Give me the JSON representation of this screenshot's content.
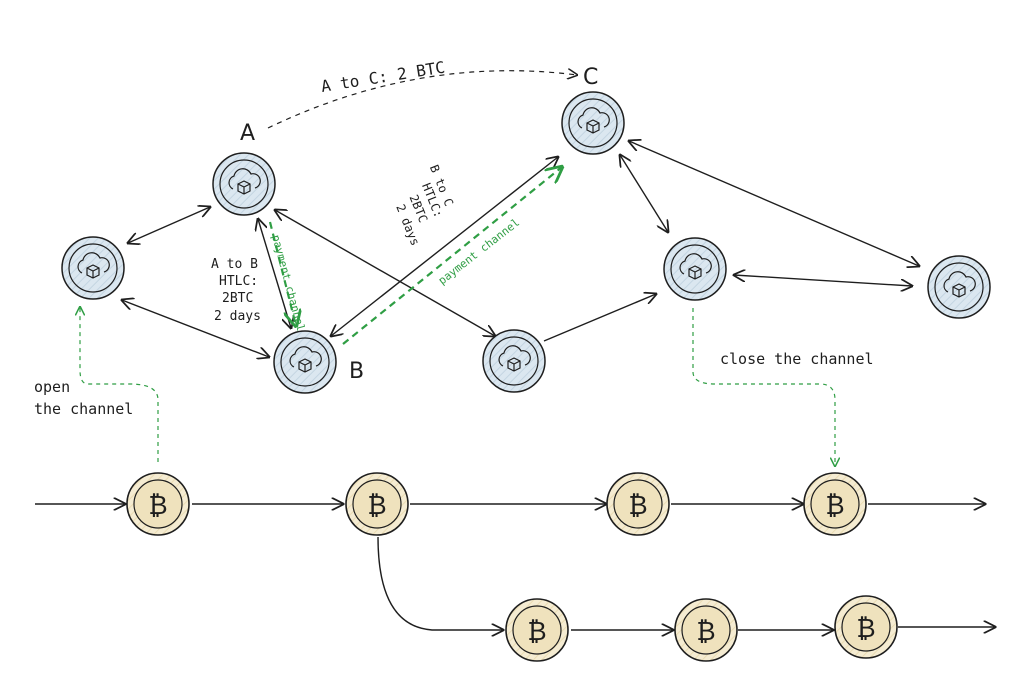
{
  "node_labels": {
    "a": "A",
    "b": "B",
    "c": "C"
  },
  "payment_label": "A to C: 2 BTC",
  "htlc_a_to_b": [
    "A to B",
    "HTLC:",
    "2BTC",
    "2 days"
  ],
  "htlc_b_to_c": [
    "B to C",
    "HTLC:",
    "2BTC",
    "2 days"
  ],
  "payment_channel_label": "payment channel",
  "open_channel_label": [
    "open",
    "the channel"
  ],
  "close_channel_label": "close the channel",
  "icons": {
    "node": "cloud-cube-icon",
    "coin": "bitcoin-coin-icon"
  },
  "colors": {
    "node_fill": "#dbe7f0",
    "coin_fill": "#f5ecd2",
    "channel_green": "#2f9e44",
    "stroke": "#1e1e1e"
  }
}
